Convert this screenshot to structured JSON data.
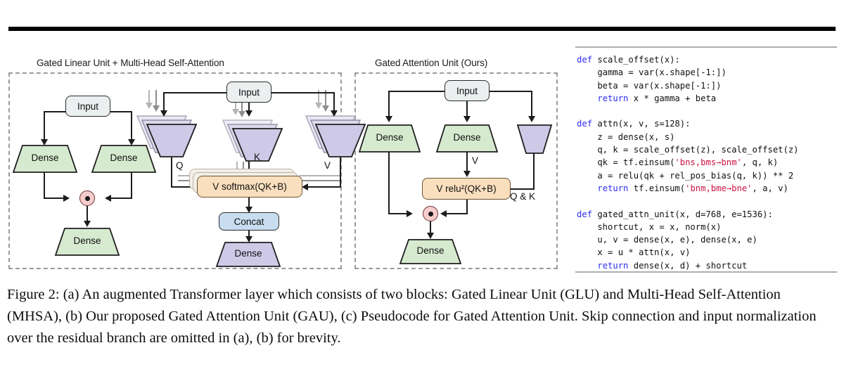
{
  "figure": {
    "caption": "Figure 2: (a) An augmented Transformer layer which consists of two blocks: Gated Linear Unit (GLU) and Multi-Head Self-Attention (MHSA), (b) Our proposed Gated Attention Unit (GAU), (c) Pseudocode for Gated Attention Unit. Skip connection and input normalization over the residual branch are omitted in (a), (b) for brevity."
  },
  "panel_a": {
    "title": "Gated Linear Unit  + Multi-Head Self-Attention",
    "glu": {
      "input": "Input",
      "dense_left": "Dense",
      "dense_right": "Dense",
      "dense_out": "Dense"
    },
    "mhsa": {
      "input": "Input",
      "proj_q": "",
      "proj_k": "",
      "proj_v": "",
      "label_q": "Q",
      "label_k": "K",
      "label_v": "V",
      "attention": "V softmax(QK+B)",
      "concat": "Concat",
      "dense_out": "Dense"
    }
  },
  "panel_b": {
    "title": "Gated Attention Unit (Ours)",
    "input": "Input",
    "dense_u": "Dense",
    "dense_v": "Dense",
    "proj_z": "",
    "label_v": "V",
    "label_qk": "Q & K",
    "attention": "V relu²(QK+B)",
    "dense_out": "Dense"
  },
  "panel_c": {
    "code_lines": [
      [
        {
          "t": "def",
          "c": "kw"
        },
        {
          "t": " scale_offset(x):",
          "c": ""
        }
      ],
      [
        {
          "t": "    gamma = var(x.shape[-1:])",
          "c": ""
        }
      ],
      [
        {
          "t": "    beta = var(x.shape[-1:])",
          "c": ""
        }
      ],
      [
        {
          "t": "    ",
          "c": ""
        },
        {
          "t": "return",
          "c": "kw"
        },
        {
          "t": " x * gamma + beta",
          "c": ""
        }
      ],
      [
        {
          "t": "",
          "c": ""
        }
      ],
      [
        {
          "t": "def",
          "c": "kw"
        },
        {
          "t": " attn(x, v, s=128):",
          "c": ""
        }
      ],
      [
        {
          "t": "    z = dense(x, s)",
          "c": ""
        }
      ],
      [
        {
          "t": "    q, k = scale_offset(z), scale_offset(z)",
          "c": ""
        }
      ],
      [
        {
          "t": "    qk = tf.einsum(",
          "c": ""
        },
        {
          "t": "'bns,bms→bnm'",
          "c": "str"
        },
        {
          "t": ", q, k)",
          "c": ""
        }
      ],
      [
        {
          "t": "    a = relu(qk + rel_pos_bias(q, k)) ** 2",
          "c": ""
        }
      ],
      [
        {
          "t": "    ",
          "c": ""
        },
        {
          "t": "return",
          "c": "kw"
        },
        {
          "t": " tf.einsum(",
          "c": ""
        },
        {
          "t": "'bnm,bme→bne'",
          "c": "str"
        },
        {
          "t": ", a, v)",
          "c": ""
        }
      ],
      [
        {
          "t": "",
          "c": ""
        }
      ],
      [
        {
          "t": "def",
          "c": "kw"
        },
        {
          "t": " gated_attn_unit(x, d=768, e=1536):",
          "c": ""
        }
      ],
      [
        {
          "t": "    shortcut, x = x, norm(x)",
          "c": ""
        }
      ],
      [
        {
          "t": "    u, v = dense(x, e), dense(x, e)",
          "c": ""
        }
      ],
      [
        {
          "t": "    x = u * attn(x, v)",
          "c": ""
        }
      ],
      [
        {
          "t": "    ",
          "c": ""
        },
        {
          "t": "return",
          "c": "kw"
        },
        {
          "t": " dense(x, d) + shortcut",
          "c": ""
        }
      ]
    ]
  },
  "colors": {
    "dense_green": "#d6ead0",
    "proj_purple": "#cfc9e8",
    "attention_orange": "#fadfbe",
    "concat_blue": "#c8ddf0",
    "input_grey": "#eceff0",
    "gate_pink": "#f6cdcd",
    "keyword_blue": "#2d2df0",
    "string_red": "#cc1144",
    "panel_border": "#9a9a9a"
  }
}
